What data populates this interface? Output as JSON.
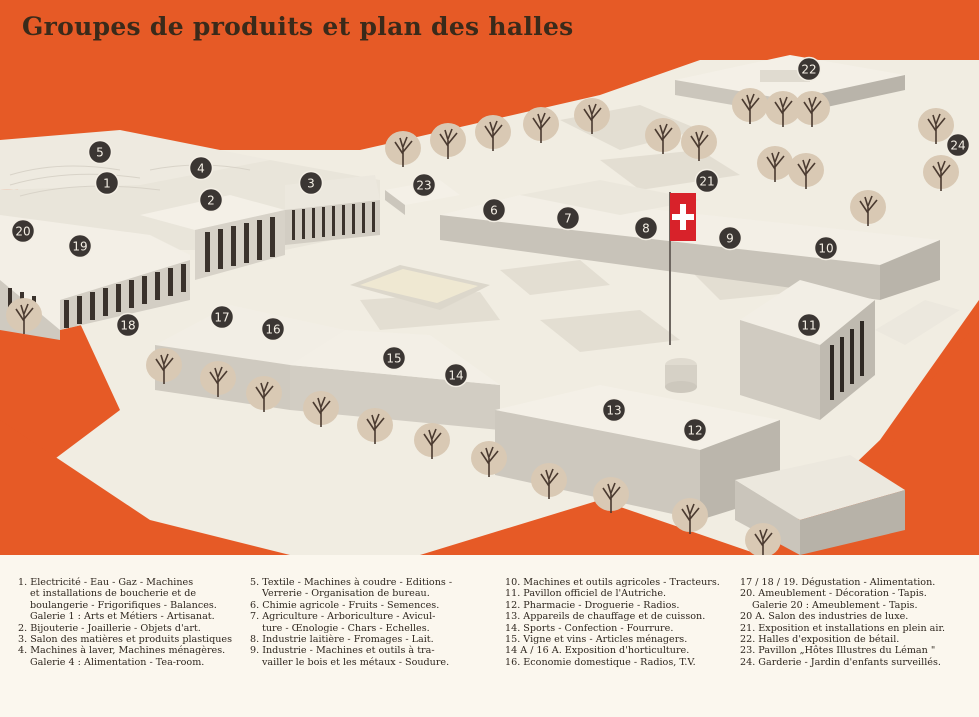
{
  "title": "Groupes de produits et plan des halles",
  "colors": {
    "background": "#e65a26",
    "building_light": "#f1ede2",
    "building_shadow": "#c9c4bb",
    "marker": "#3b3633",
    "legend_bg": "#fbf7ee",
    "flag_red": "#d8222a"
  },
  "markers": [
    {
      "id": "m1",
      "label": "1"
    },
    {
      "id": "m2",
      "label": "2"
    },
    {
      "id": "m3",
      "label": "3"
    },
    {
      "id": "m4",
      "label": "4"
    },
    {
      "id": "m5",
      "label": "5"
    },
    {
      "id": "m6",
      "label": "6"
    },
    {
      "id": "m7",
      "label": "7"
    },
    {
      "id": "m8",
      "label": "8"
    },
    {
      "id": "m9",
      "label": "9"
    },
    {
      "id": "m10",
      "label": "10"
    },
    {
      "id": "m11",
      "label": "11"
    },
    {
      "id": "m12",
      "label": "12"
    },
    {
      "id": "m13",
      "label": "13"
    },
    {
      "id": "m14",
      "label": "14"
    },
    {
      "id": "m15",
      "label": "15"
    },
    {
      "id": "m16",
      "label": "16"
    },
    {
      "id": "m17",
      "label": "17"
    },
    {
      "id": "m18",
      "label": "18"
    },
    {
      "id": "m19",
      "label": "19"
    },
    {
      "id": "m20",
      "label": "20"
    },
    {
      "id": "m21",
      "label": "21"
    },
    {
      "id": "m22",
      "label": "22"
    },
    {
      "id": "m23",
      "label": "23"
    },
    {
      "id": "m24",
      "label": "24"
    }
  ],
  "legend": {
    "col1": [
      "1. Electricité - Eau - Gaz - Machines",
      "et installations de boucherie et de",
      "boulangerie - Frigorifiques - Balances.",
      "Galerie 1 : Arts et Métiers - Artisanat.",
      "2. Bijouterie - Joaillerie - Objets d'art.",
      "3. Salon des matières et produits plastiques",
      "4. Machines à laver, Machines ménagères.",
      "Galerie 4 : Alimentation - Tea-room."
    ],
    "col2": [
      "5. Textile - Machines à coudre - Editions -",
      "Verrerie - Organisation de bureau.",
      "6. Chimie agricole - Fruits - Semences.",
      "7. Agriculture - Arboriculture - Avicul-",
      "ture - Œnologie - Chars - Echelles.",
      "8. Industrie laitière - Fromages - Lait.",
      "9. Industrie - Machines et outils à tra-",
      "vailler le bois et les métaux - Soudure."
    ],
    "col3": [
      "10. Machines et outils agricoles - Tracteurs.",
      "11. Pavillon officiel de l'Autriche.",
      "12. Pharmacie - Droguerie - Radios.",
      "13. Appareils de chauffage et de cuisson.",
      "14. Sports - Confection - Fourrure.",
      "15. Vigne et vins - Articles ménagers.",
      "14 A / 16 A. Exposition d'horticulture.",
      "16. Economie domestique - Radios, T.V."
    ],
    "col4": [
      "17 / 18 / 19. Dégustation - Alimentation.",
      "20. Ameublement - Décoration - Tapis.",
      "Galerie 20 : Ameublement - Tapis.",
      "20 A. Salon des industries de luxe.",
      "21. Exposition et installations en plein air.",
      "22. Halles d'exposition de bétail.",
      "23. Pavillon „Hôtes Illustres du Léman \"",
      "24. Garderie - Jardin d'enfants surveillés."
    ]
  }
}
